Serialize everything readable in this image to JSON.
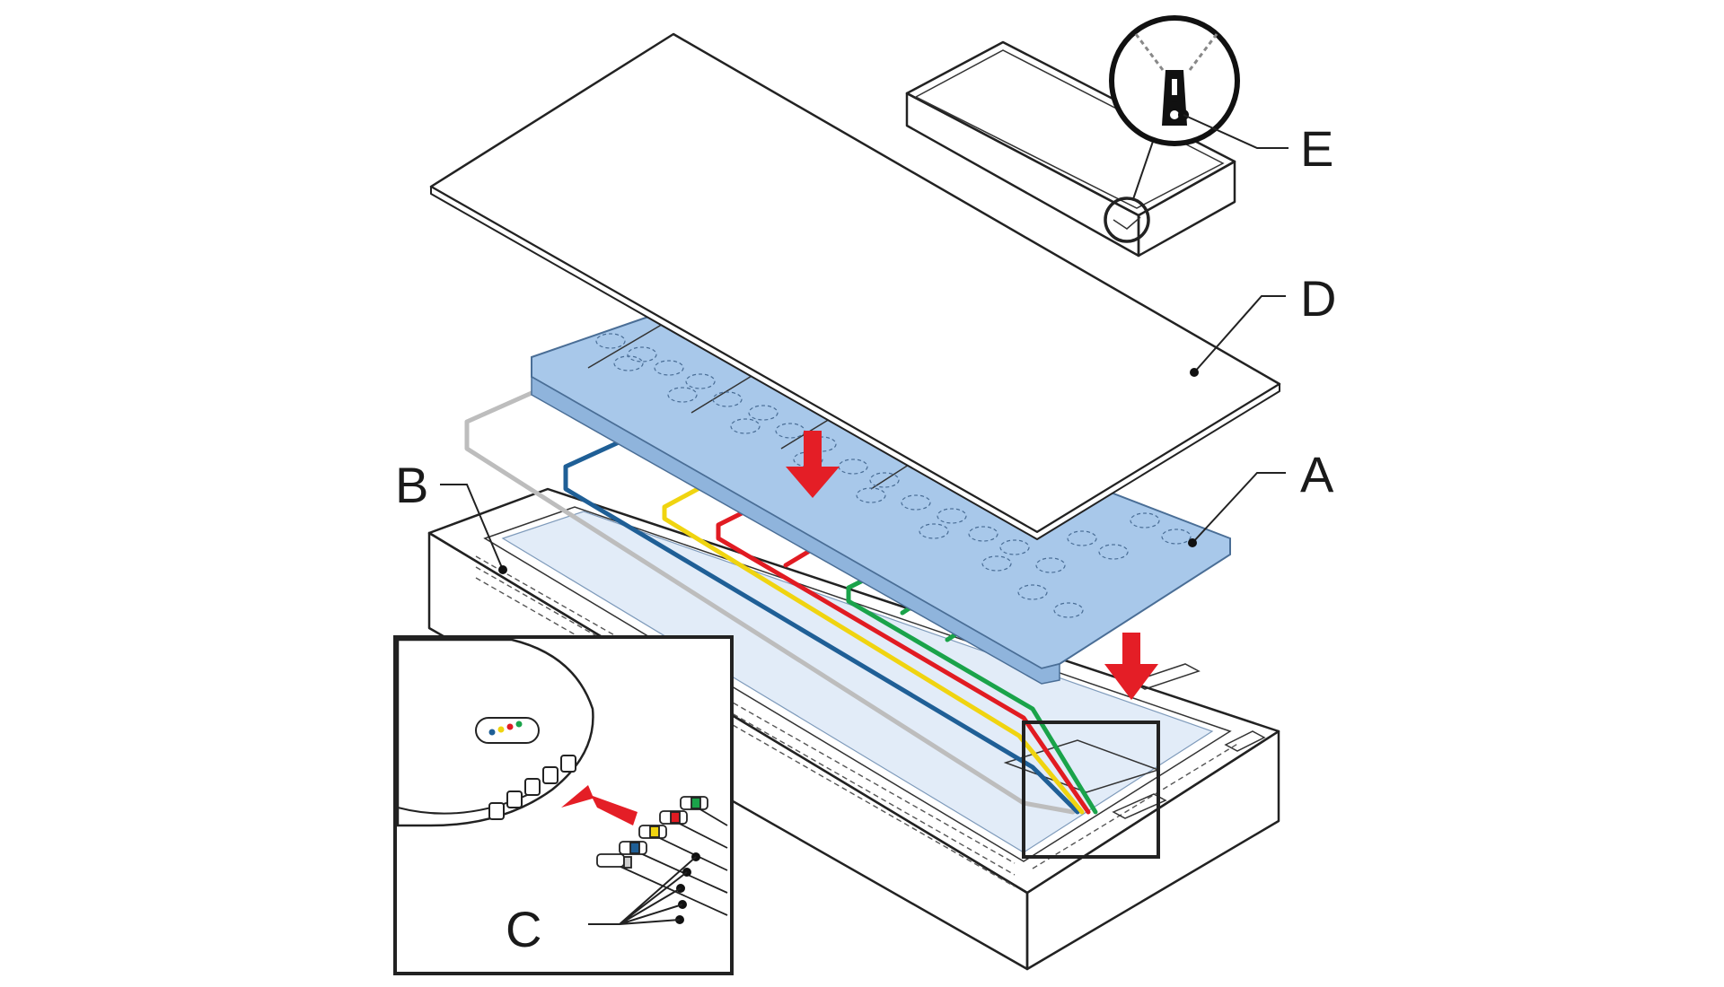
{
  "labels": {
    "A": "A",
    "B": "B",
    "C": "C",
    "D": "D",
    "E": "E"
  },
  "colors": {
    "mat_blue": "#a8c8ea",
    "mat_stroke": "#4a6e96",
    "tray_fill": "#e2ecf8",
    "tube_gray": "#bdbdbd",
    "tube_blue": "#1f5f96",
    "tube_yellow": "#f0d410",
    "tube_red": "#e11b22",
    "tube_green": "#1aa34a",
    "arrow_red": "#e41e26"
  },
  "icons": [
    "zipper-icon",
    "down-arrow-icon",
    "insert-arrow-icon"
  ]
}
